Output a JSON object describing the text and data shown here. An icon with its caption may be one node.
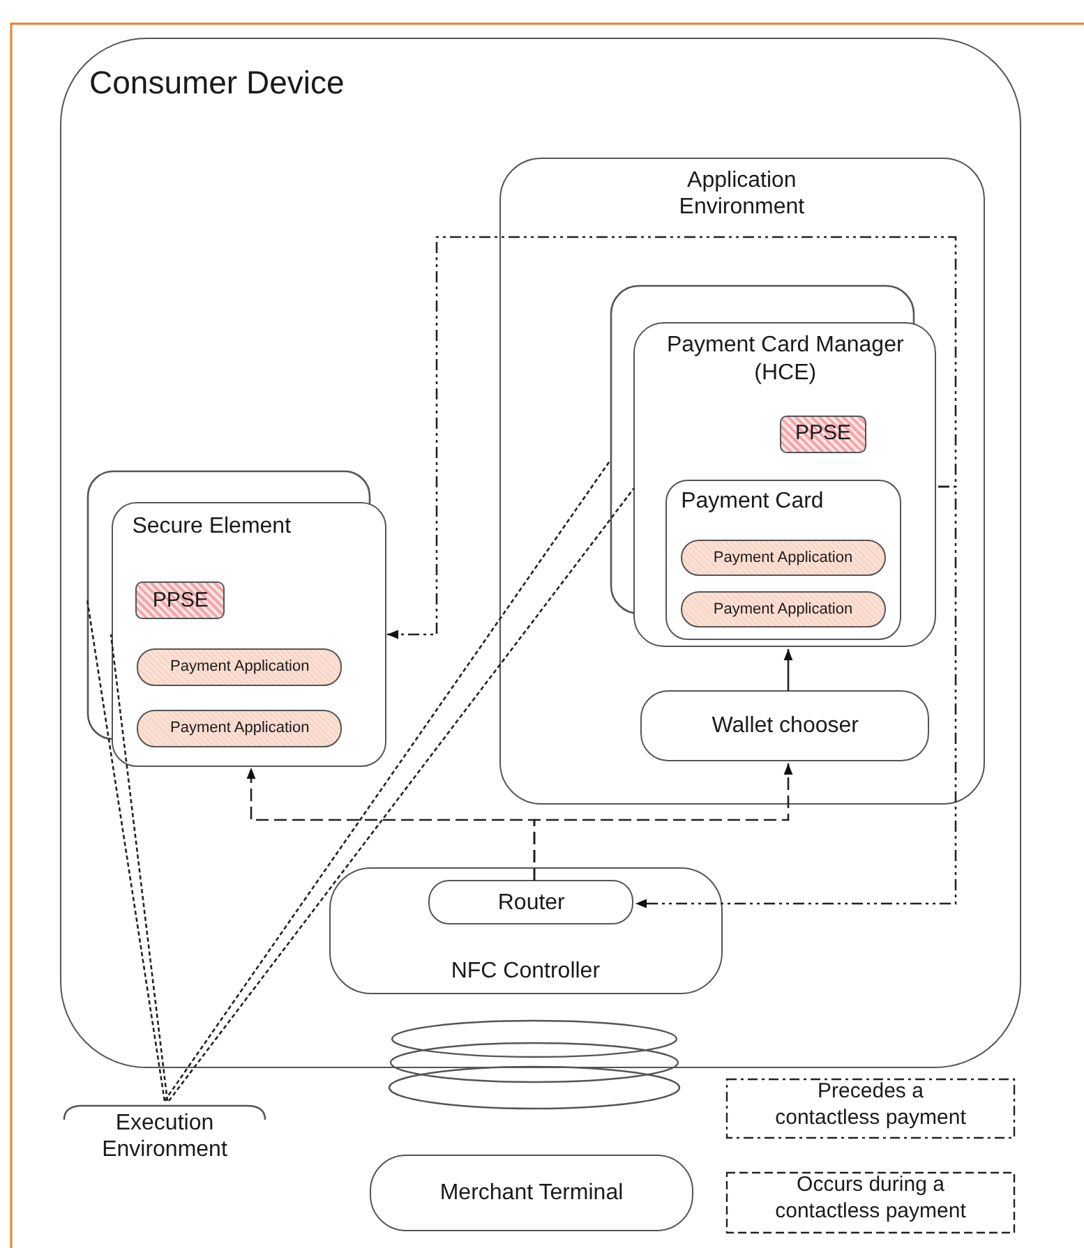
{
  "diagram": {
    "nodes": [
      {
        "text": [
          "Consumer Device"
        ]
      },
      {
        "text": [
          "Application Environment"
        ],
        "in": 0
      },
      {
        "text": [
          "Payment Card Manager (HCE)"
        ],
        "in": 1
      },
      {
        "text": [
          "PPSE"
        ],
        "in": 2
      },
      {
        "text": [
          "Payment Card"
        ],
        "in": 2
      },
      {
        "text": [
          "Payment Application"
        ],
        "in": 4
      },
      {
        "text": [
          "Payment Application"
        ],
        "in": 4
      },
      {
        "text": [
          "Wallet chooser"
        ],
        "in": 1
      },
      {
        "text": [
          "Secure Element"
        ],
        "in": 0
      },
      {
        "text": [
          "PPSE"
        ],
        "in": 8
      },
      {
        "text": [
          "Payment Application"
        ],
        "in": 8
      },
      {
        "text": [
          "Payment Application"
        ],
        "in": 8
      },
      {
        "text": [
          "NFC Controller"
        ],
        "in": 0
      },
      {
        "text": [
          "Router"
        ],
        "in": 12
      },
      {
        "text": [
          "Execution Environment"
        ]
      },
      {
        "text": [
          "Merchant Terminal"
        ]
      }
    ],
    "edges": [
      {
        "from": 2,
        "to": 8,
        "arrow": "to",
        "style": "dashed"
      },
      {
        "from": 2,
        "to": 13,
        "arrow": "to",
        "style": "dashed"
      },
      {
        "from": 13,
        "to": 8,
        "arrow": "to",
        "style": "dashed"
      },
      {
        "from": 13,
        "to": 7,
        "arrow": "to",
        "style": "dashed"
      },
      {
        "from": 7,
        "to": 2,
        "arrow": "to"
      },
      {
        "from": 14,
        "to": 8,
        "arrow": "none",
        "style": "dashed"
      },
      {
        "from": 14,
        "to": 2,
        "arrow": "none",
        "style": "dashed"
      }
    ],
    "legend": [
      {
        "text": "Precedes a contactless payment"
      },
      {
        "text": "Occurs during a contactless payment"
      }
    ]
  }
}
